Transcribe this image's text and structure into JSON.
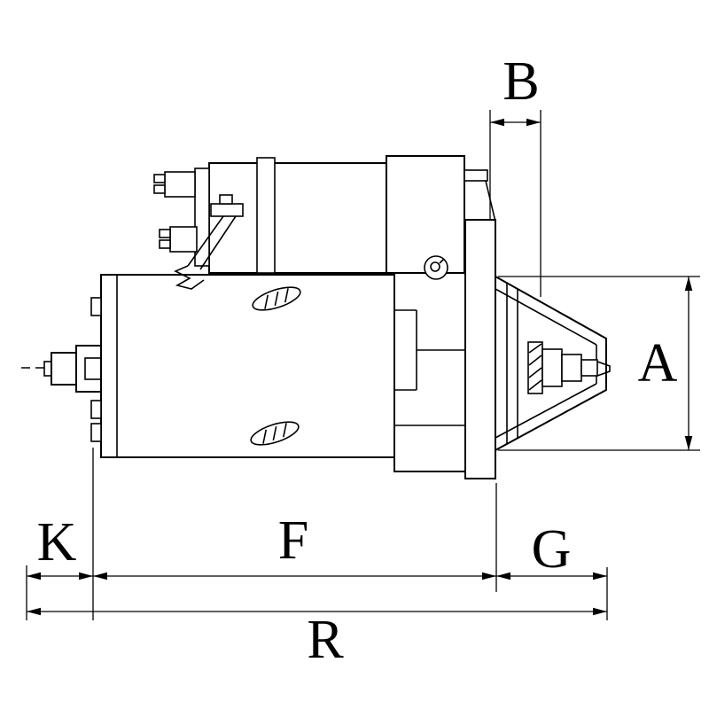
{
  "dimensions": {
    "a": "A",
    "b": "B",
    "f": "F",
    "g": "G",
    "k": "K",
    "r": "R"
  },
  "colors": {
    "line": "#000000",
    "background": "#ffffff"
  }
}
